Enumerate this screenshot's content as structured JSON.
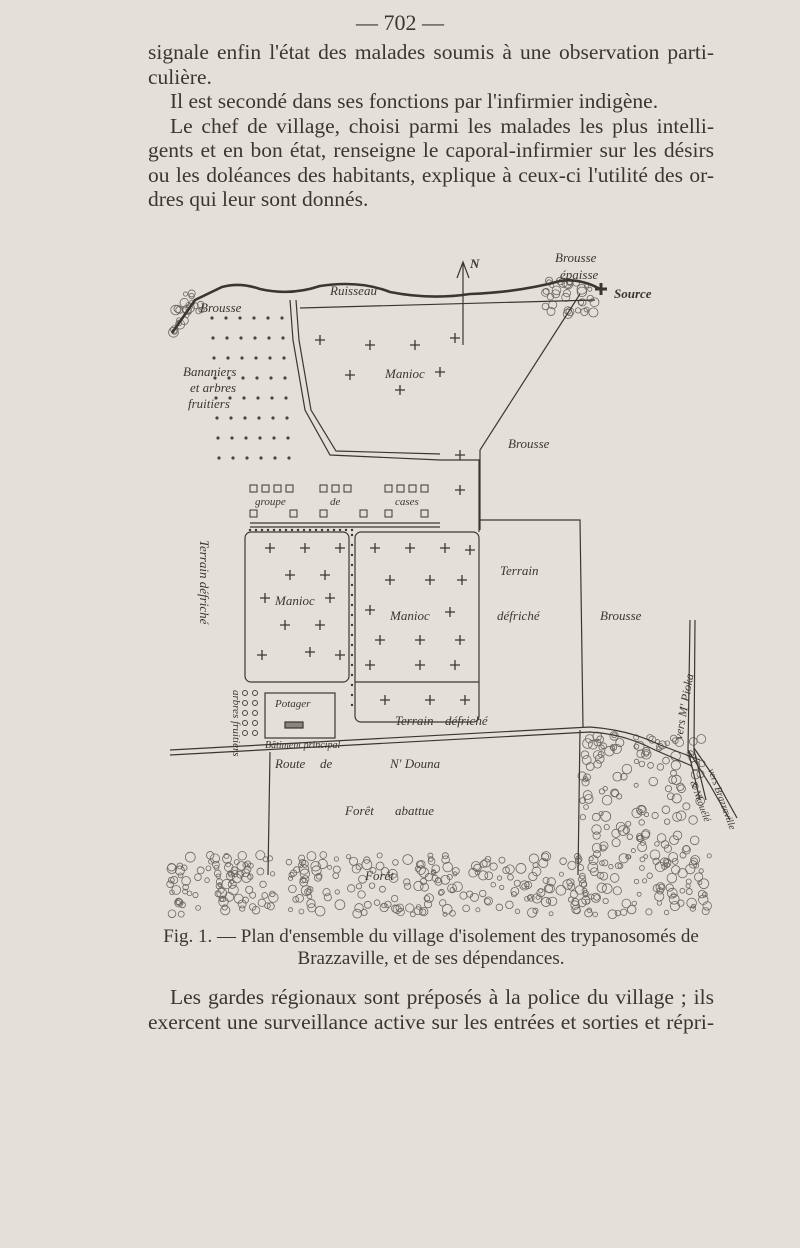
{
  "page_number": "— 702 —",
  "paragraph_1": [
    "signale enfin l'état des malades soumis à une observation parti-",
    "culière.",
    "Il est secondé dans ses fonctions par l'infirmier indigène.",
    "Le chef de village, choisi parmi les malades les plus intelli-",
    "gents et en bon état, renseigne le caporal-infirmier sur les désirs",
    "ou les doléances des habitants, explique à ceux-ci l'utilité des or-",
    "dres qui leur sont donnés."
  ],
  "figure": {
    "labels": {
      "north": "N",
      "brousse_top_left": "Brousse",
      "ruisseau": "Ruisseau",
      "brousse_epaisse_1": "Brousse",
      "brousse_epaisse_2": "épaisse",
      "source": "Source",
      "bananiers_1": "Bananiers",
      "bananiers_2": "et arbres",
      "bananiers_3": "fruitiers",
      "manioc_top": "Manioc",
      "brousse_mid": "Brousse",
      "cases_1": "groupe",
      "cases_2": "de",
      "cases_3": "cases",
      "terrain_left_vertical": "Terrain défriché",
      "manioc_left": "Manioc",
      "manioc_right": "Manioc",
      "terrain_right_1": "Terrain",
      "terrain_right_2": "défriché",
      "brousse_right": "Brousse",
      "potager": "Potager",
      "batiment": "Bâtiment principal",
      "arbres_fruitiers_vertical": "arbres fruitiers",
      "terrain_bottom_1": "Terrain",
      "terrain_bottom_2": "défriché",
      "route_1": "Route",
      "route_2": "de",
      "route_3": "N' Douna",
      "vers_pioka": "vers  M' Pioka",
      "vers_brazzaville": "vers Brazzaville",
      "vers_brazzaville_2": "& Nkouélé",
      "foret_abattue_1": "Forêt",
      "foret_abattue_2": "abattue",
      "foret": "Forêt"
    },
    "caption_line_1": "Fig. 1. — Plan d'ensemble du village d'isolement des trypanosomés de",
    "caption_line_2": "Brazzaville, et de ses dépendances."
  },
  "paragraph_2": [
    "Les gardes régionaux sont préposés à la police du village ; ils",
    "exercent une surveillance active sur les entrées et sorties et répri-"
  ]
}
